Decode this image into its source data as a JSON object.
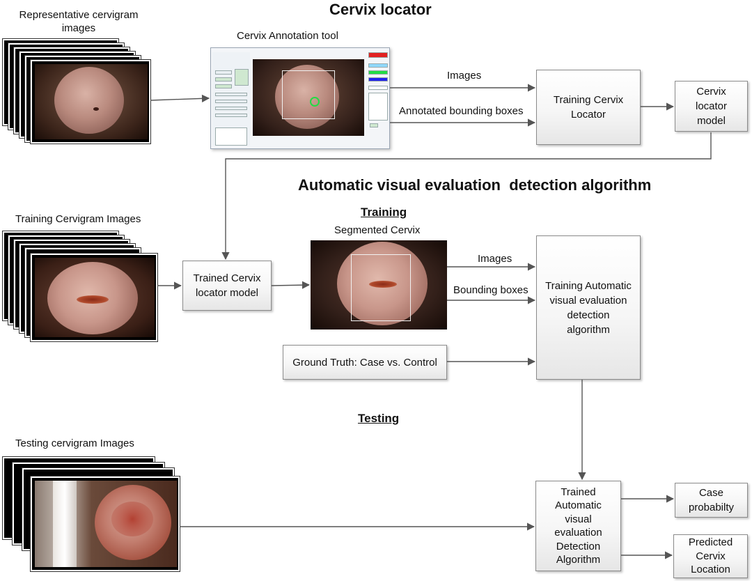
{
  "headings": {
    "cervix_locator": "Cervix locator",
    "ave_algorithm": "Automatic visual evaluation  detection algorithm",
    "training": "Training",
    "testing": "Testing"
  },
  "labels": {
    "representative_images": "Representative cervigram\nimages",
    "annotation_tool": "Cervix Annotation tool",
    "training_images": "Training Cervigram Images",
    "segmented_cervix": "Segmented Cervix",
    "testing_images": "Testing cervigram Images"
  },
  "edge_labels": {
    "images_top": "Images",
    "annotated_boxes": "Annotated bounding boxes",
    "images_mid": "Images",
    "bounding_boxes": "Bounding boxes"
  },
  "boxes": {
    "training_locator": "Training Cervix\nLocator",
    "locator_model": "Cervix\nlocator\nmodel",
    "trained_locator": "Trained Cervix\nlocator model",
    "training_ave": "Training Automatic\nvisual evaluation\ndetection\nalgorithm",
    "ground_truth": "Ground Truth: Case vs. Control",
    "trained_ave": "Trained\nAutomatic\nvisual\nevaluation\nDetection\nAlgorithm",
    "case_probability": "Case\nprobabilty",
    "predicted_location": "Predicted\nCervix\nLocation"
  },
  "colors": {
    "arrow": "#555555",
    "box_border": "#8a8a8a",
    "tool_red": "#e22222",
    "tool_green": "#22dd44",
    "tool_blue": "#2222ee",
    "tool_cyan": "#8fd8ff"
  }
}
